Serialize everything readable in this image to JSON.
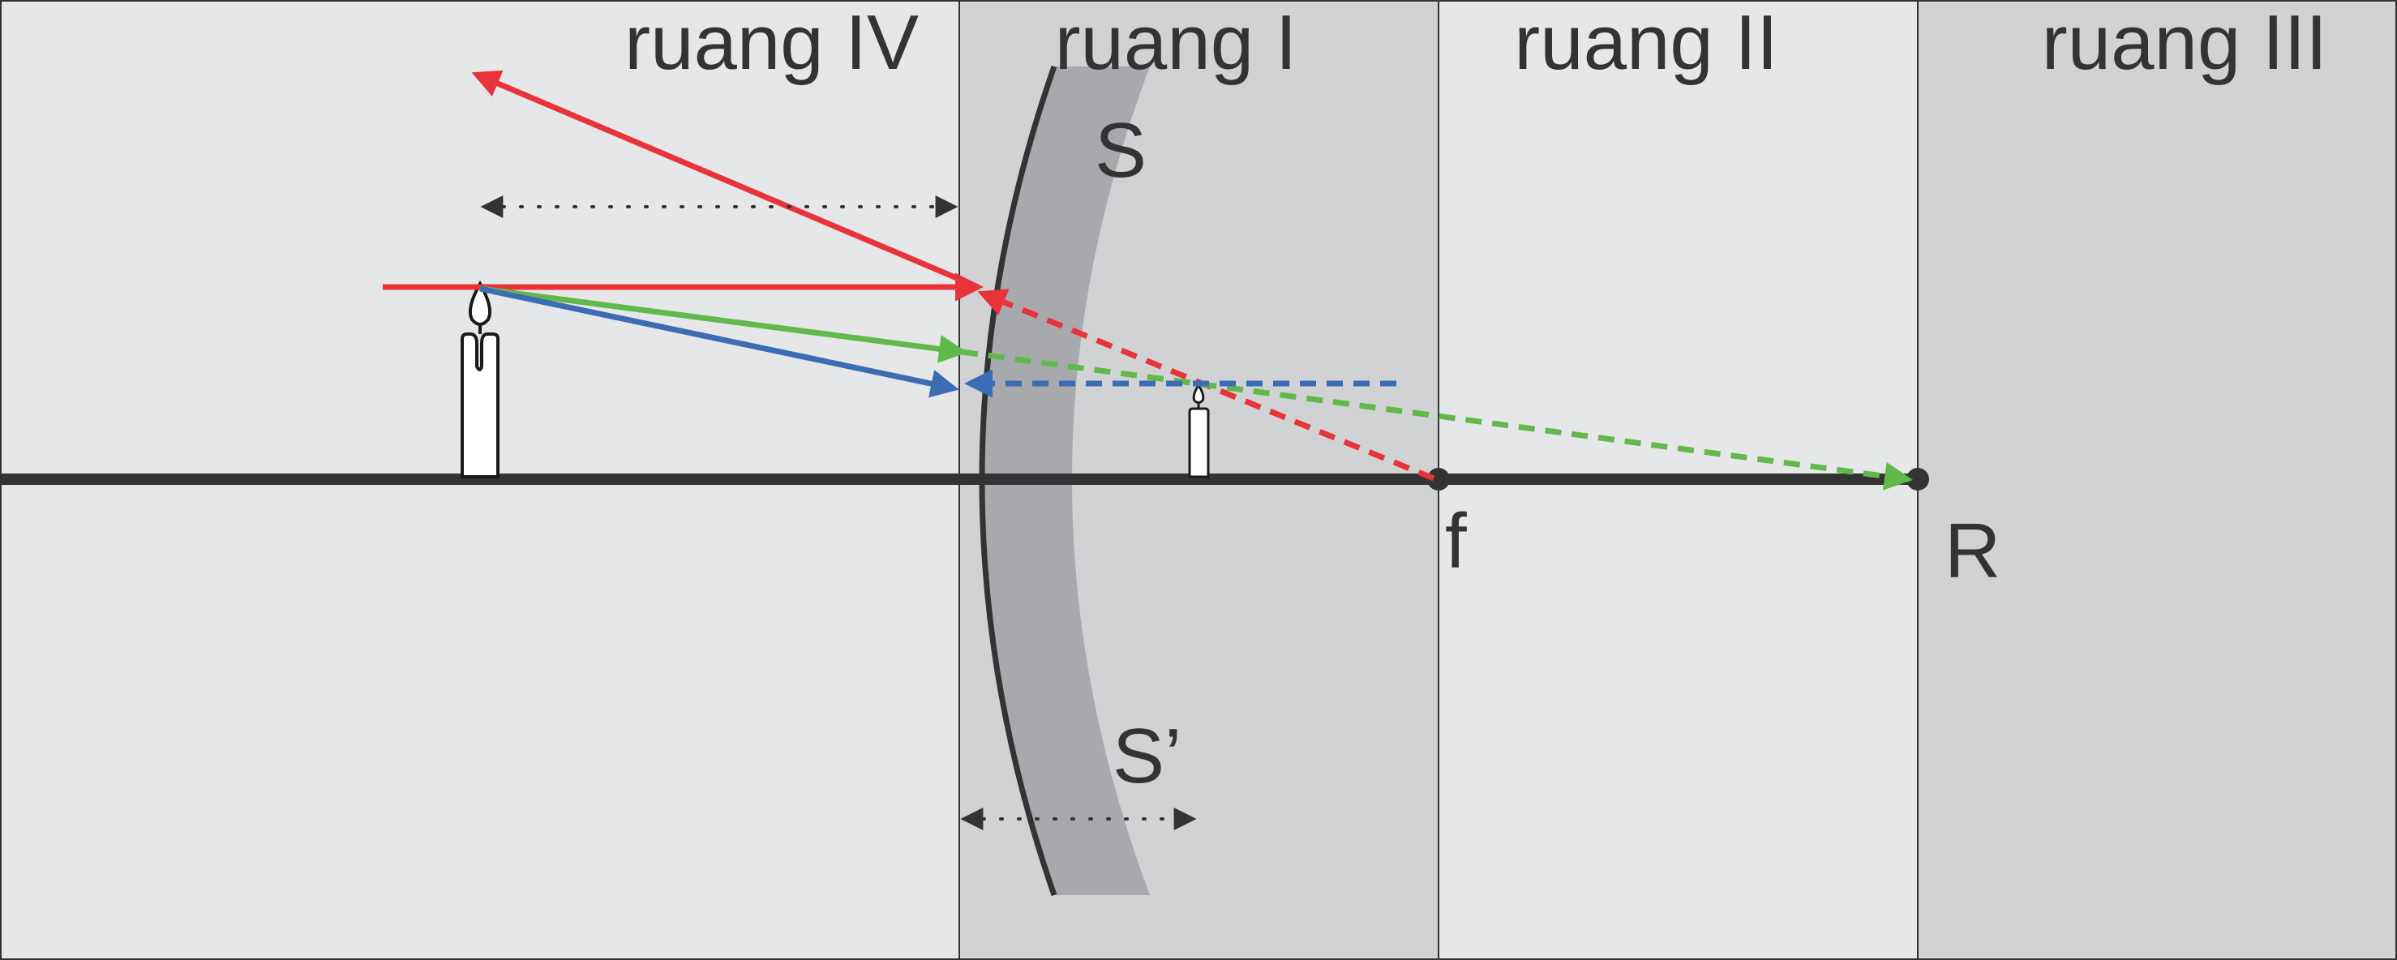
{
  "regions": [
    {
      "id": "iv",
      "label": "ruang IV"
    },
    {
      "id": "i",
      "label": "ruang I"
    },
    {
      "id": "ii",
      "label": "ruang II"
    },
    {
      "id": "iii",
      "label": "ruang III"
    }
  ],
  "labels": {
    "object_distance": "S",
    "image_distance": "S’",
    "focal_point": "f",
    "center_of_curvature": "R"
  },
  "colors": {
    "panel_light": "#e6e7e8",
    "panel_dark": "#d1d2d4",
    "mirror_shade": "#a7a9ac",
    "mirror_shade_inner": "#d1d2d4",
    "mirror_line": "#333333",
    "axis": "#333333",
    "ray_red": "#e8333a",
    "ray_green": "#62b94b",
    "ray_blue": "#3b6cb4",
    "text": "#333333"
  },
  "icons": {
    "object": "candle-icon",
    "image": "small-candle-icon"
  }
}
